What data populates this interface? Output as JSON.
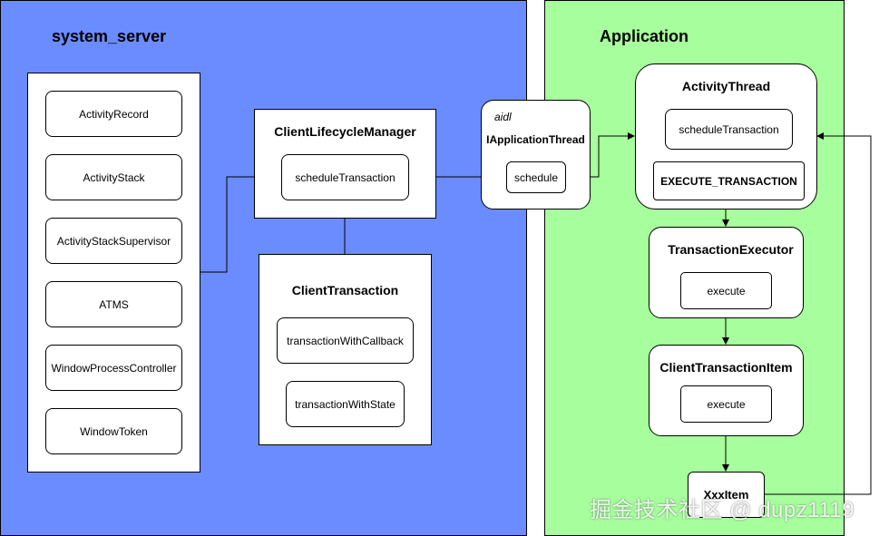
{
  "regions": {
    "system_server": {
      "title": "system_server",
      "color": "#6b8cff"
    },
    "application": {
      "title": "Application",
      "color": "#a6ff9c"
    }
  },
  "system_components": [
    "ActivityRecord",
    "ActivityStack",
    "ActivityStackSupervisor",
    "ATMS",
    "WindowProcessController",
    "WindowToken"
  ],
  "client_lifecycle_manager": {
    "title": "ClientLifecycleManager",
    "method": "scheduleTransaction"
  },
  "client_transaction": {
    "title": "ClientTransaction",
    "methods": [
      "transactionWithCallback",
      "transactionWithState"
    ]
  },
  "iapplication_thread": {
    "tag": "aidl",
    "title": "IApplicationThread",
    "method": "schedule"
  },
  "activity_thread": {
    "title": "ActivityThread",
    "method": "scheduleTransaction",
    "message": "EXECUTE_TRANSACTION"
  },
  "transaction_executor": {
    "title": "TransactionExecutor",
    "method": "execute"
  },
  "client_transaction_item": {
    "title": "ClientTransactionItem",
    "method": "execute"
  },
  "xxx_item": {
    "title": "XxxItem"
  },
  "watermark": "掘金技术社区 @ dupz1119"
}
